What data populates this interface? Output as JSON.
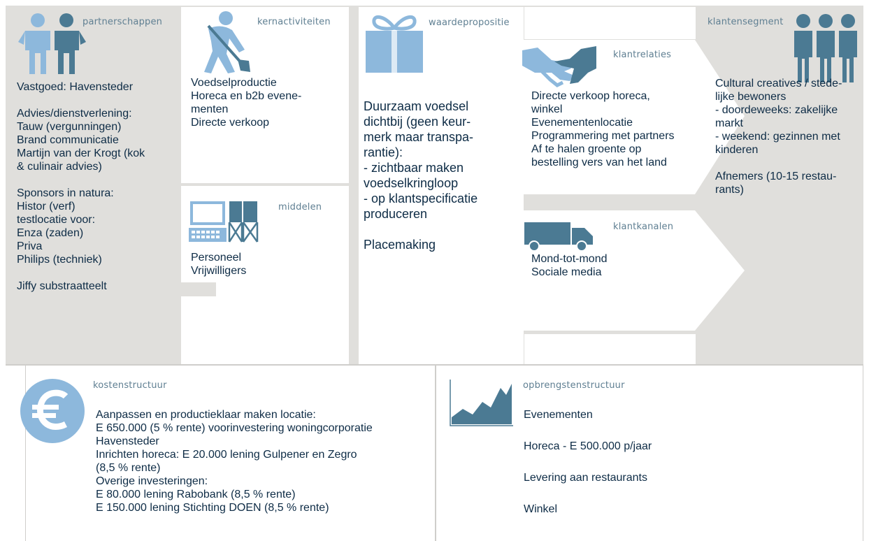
{
  "colors": {
    "icon_light": "#8db8dc",
    "icon_dark": "#4b7a93",
    "text": "#0e2c46",
    "title": "#5f7f92",
    "gray_bg": "#e0dfdc"
  },
  "partnerships": {
    "title": "partnerschappen",
    "icon": "partners-people-icon",
    "blocks": [
      "Vastgoed: Havensteder",
      "Advies/dienstverlening:\nTauw (vergunningen)\nBrand communicatie\nMartijn van der Krogt (kok\n& culinair advies)",
      "Sponsors in natura:\nHistor (verf)\ntestlocatie voor:\nEnza (zaden)\nPriva\nPhilips (techniek)",
      "Jiffy substraatteelt"
    ]
  },
  "activities": {
    "title": "kernactiviteiten",
    "icon": "worker-shovel-icon",
    "text": "Voedselproductie\nHoreca en b2b evene-\nmenten\nDirecte verkoop"
  },
  "resources": {
    "title": "middelen",
    "icon": "computer-factory-icon",
    "text": "Personeel\nVrijwilligers"
  },
  "value": {
    "title": "waardepropositie",
    "icon": "gift-icon",
    "blocks": [
      "Duurzaam voedsel\ndichtbij (geen keur-\nmerk maar transpa-\nrantie):\n- zichtbaar maken\nvoedselkringloop\n- op klantspecificatie\nproduceren",
      "Placemaking"
    ]
  },
  "relations": {
    "title": "klantrelaties",
    "icon": "handshake-icon",
    "text": "Directe verkoop horeca,\nwinkel\nEvenementenlocatie\nProgrammering met partners\nAf te halen groente op\nbestelling vers van het land"
  },
  "channels": {
    "title": "klantkanalen",
    "icon": "truck-icon",
    "text": "Mond-tot-mond\nSociale media"
  },
  "segments": {
    "title": "klantensegment",
    "icon": "customer-group-icon",
    "blocks": [
      "Cultural creatives / stede-\nlijke bewoners\n- doordeweeks: zakelijke\nmarkt\n- weekend: gezinnen met\nkinderen",
      "Afnemers (10-15 restau-\nrants)"
    ]
  },
  "costs": {
    "title": "kostenstructuur",
    "icon": "euro-coin-icon",
    "text": "Aanpassen en productieklaar maken locatie:\nE 650.000 (5 % rente) voorinvestering woningcorporatie\nHavensteder\nInrichten horeca: E 20.000 lening Gulpener en Zegro\n(8,5 % rente)\nOverige investeringen:\nE 80.000 lening Rabobank (8,5 % rente)\nE 150.000 lening Stichting DOEN (8,5 % rente)"
  },
  "revenue": {
    "title": "opbrengstenstructuur",
    "icon": "revenue-chart-icon",
    "blocks": [
      "Evenementen",
      "Horeca - E 500.000 p/jaar",
      "Levering aan restaurants",
      "Winkel"
    ]
  }
}
